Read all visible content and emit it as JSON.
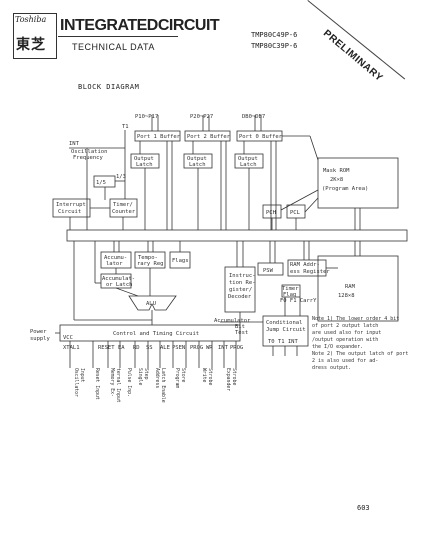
{
  "header": {
    "logo_script": "Toshiba",
    "logo_kanji": "東芝",
    "doc_type": "INTEGRATEDCIRCUIT",
    "subtitle": "TECHNICAL DATA",
    "part_numbers": [
      "TMP80C49P-6",
      "TMP80C39P-6"
    ],
    "stamp": "PRELIMINARY"
  },
  "section_title": "BLOCK DIAGRAM",
  "page_number": "603",
  "diagram": {
    "port_labels": [
      "P10~P17",
      "P20~P27",
      "DB0~DB7"
    ],
    "blocks": {
      "t1": "T1",
      "int": "INT",
      "osc_line1": "Oscillation",
      "osc_line2": "Frequency",
      "div_by_3": "1/3",
      "div_by_5": "1/5",
      "port1_buffer": "Port 1 Buffer",
      "port2_buffer": "Port 2 Buffer",
      "port0_buffer": "Port 0 Buffer",
      "output_latch": [
        "Output",
        "Latch"
      ],
      "rom_lines": [
        "Mask ROM",
        "2K×8",
        "(Program Area)"
      ],
      "interrupt_circuit": [
        "Interrupt",
        "Circuit"
      ],
      "timer_counter": [
        "Timer/",
        "Counter"
      ],
      "pch": "PCH",
      "pcl": "PCL",
      "accumulator": [
        "Accumu-",
        "lator"
      ],
      "temp_reg": [
        "Tempo-",
        "rary Reg"
      ],
      "flags": "Flags",
      "acc_latch": [
        "Accumulat-",
        "or Latch"
      ],
      "psw": "PSW",
      "ram_addr": [
        "RAM Addr-",
        "ess Register"
      ],
      "instruction_decoder": [
        "Instruc-",
        "tion Re-",
        "gister/",
        "Decoder"
      ],
      "timer_flag": [
        "Timer",
        "Flag"
      ],
      "flags_row": "F0  F1  CarrY",
      "ram_lines": [
        "RAM",
        "128×8"
      ],
      "alu": "ALU",
      "accumulator_bit_test": [
        "Accumulator",
        "Bit",
        "Test"
      ],
      "conditional_jump": [
        "Conditional",
        "Jump Circuit"
      ],
      "control_timing": "Control and Timing Circuit",
      "power_supply": [
        "Power",
        "supply"
      ],
      "vcc_vss": "VCC",
      "tpins": "T0  T1  INT",
      "pins": [
        "XTAL1",
        "RESET",
        "EA",
        "RD",
        "SS",
        "PSEN",
        "ALE",
        "PROG",
        "WR",
        "INT",
        "PROG"
      ],
      "rotated_labels": [
        "Oscillator",
        "Input",
        "Reset Input",
        "Memory Ex-",
        "ternal Input",
        "Pulse Inp.",
        "Single",
        "Step",
        "Address",
        "Latch Enable",
        "Program",
        "Store",
        "Write",
        "Strobe",
        "Expander",
        "Strobe"
      ]
    }
  },
  "notes": [
    "Note 1) The lower order 4 bit",
    "  of port 2 output latch",
    "  are used also for input",
    "  /output operation with",
    "  the I/O expander.",
    "Note 2) The output latch of port",
    "  2 is also used for ad-",
    "  dress output."
  ]
}
